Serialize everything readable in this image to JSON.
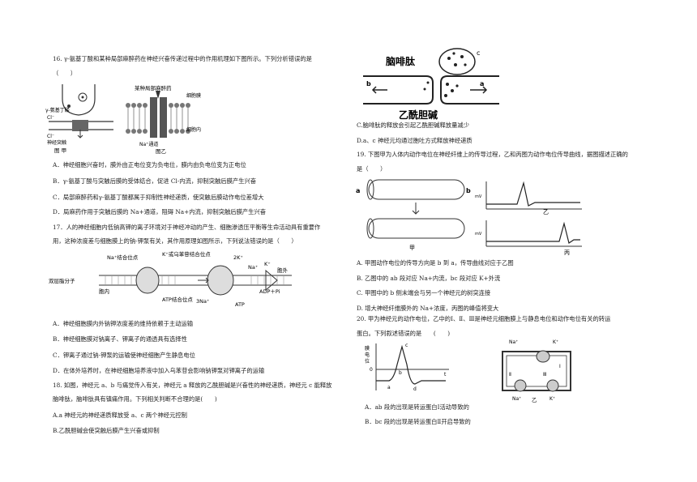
{
  "q16": {
    "stem1": "16. γ-氨基丁酸和某种局部麻醉药在神经兴奋传递过程中的作用机理如下图所示。下列分析错误的是",
    "stem2": "（　　）",
    "fig": {
      "gaba": "γ-氨基丁酸",
      "cl_in": "Cl⁻",
      "cl_out": "Cl⁻",
      "synapse": "神经突触",
      "label_a": "图 甲",
      "drug": "某种局部麻醉药",
      "membrane": "细胞膜",
      "inside": "细胞内",
      "na_channel": "Na⁺通道",
      "label_b": "图乙"
    },
    "opts": [
      "A．神经细胞兴奋时，膜外由正电位变为负电位，膜内由负电位变为正电位",
      "B．γ-氨基丁酸与突触后膜的受体结合，促进 Cl-内流，抑制突触后膜产生兴奋",
      "C．局部麻醉药和γ-氨基丁酸都属于抑制性神经递质，使突触后膜动作电位差增大",
      "D．局麻药作用于突触后膜的 Na+通道，阻碍 Na+内流，抑制突触后膜产生兴奋"
    ]
  },
  "q17": {
    "stem1": "17．人的神经细胞内低钠高钾的离子环境对于神经冲动的产生、细胞渗透压平衡等生命活动具有重要作",
    "stem2": "用，这种浓度差与细胞膜上的钠-钾泵有关，其作用原理如图所示，下列说法错误的是（　　）",
    "fig": {
      "na_site": "Na⁺结合位点",
      "k_site": "K⁺或乌苯苷结合位点",
      "k2": "2K⁺",
      "na_out": "Na⁺",
      "k_out": "K⁺",
      "outside": "胞外",
      "bilayer": "双层脂分子",
      "inside": "胞内",
      "atp_site": "ATP结合位点",
      "na3": "3Na⁺",
      "adp": "ADP＋Pi",
      "atp": "ATP"
    },
    "opts": [
      "A．神经细胞膜内外钠钾浓度差的维持依赖于主动运输",
      "B．神经细胞膜对钠离子、钾离子的通透具有选择性",
      "C．钾离子通过钠-钾泵的运输使神经细胞产生静息电位",
      "D．在体外培养时，在神经细胞培养液中加入乌苯苷会影响钠钾泵对钾离子的运输"
    ]
  },
  "q18": {
    "stem1": "18. 如图，神经元 a、b 与痛觉传入有关，神经元 a 释放的乙酰胆碱是兴奋性的神经递质，神经元 c 能释放",
    "stem2": "脑啡肽，脑啡肽具有镇痛作用。下列相关判断不合理的是(　　)",
    "fig": {
      "enk": "脑啡肽",
      "ach": "乙酰胆碱",
      "a": "a",
      "b": "b",
      "c": "c"
    },
    "opts": [
      "A.a 神经元的神经递质释放受 a、c 两个神经元控制",
      "B.乙酰胆碱会使突触后膜产生兴奋或抑制",
      "C.脑啡肽的释放会引起乙酰胆碱释放量减少",
      "D.a、c 神经元均通过胞吐方式释放神经递质"
    ]
  },
  "q19": {
    "stem1": "19. 下图甲为人体内动作电位在神经纤维上的传导过程，乙和丙图为动作电位传导曲线，据图描述正确的",
    "stem2": "是（　　）",
    "fig": {
      "a": "a",
      "b": "b",
      "label_jia": "甲",
      "label_yi": "乙",
      "label_bing": "丙",
      "mv": "mV"
    },
    "opts": [
      "A. 甲图动作电位的传导方向是 b 到 a，传导曲线对应于乙图",
      "B. 乙图中的 ab 段对应 Na+内流，bc 段对应 K+外流",
      "C. 甲图中的 b 侧末端会与另一个神经元的树突连接",
      "D. 增大神经纤维膜外的 Na+浓度，丙图的峰值将变大"
    ]
  },
  "q20": {
    "stem1": "20. 甲为神经元的动作电位，乙中的Ⅰ、Ⅱ、Ⅲ是神经元细胞膜上与静息电位和动作电位有关的转运",
    "stem2": "蛋白。下列叙述错误的是　　(　　)",
    "fig": {
      "ylabel1": "膜",
      "ylabel2": "电",
      "ylabel3": "位",
      "zero": "0",
      "a": "a",
      "b": "b",
      "c": "c",
      "d": "d",
      "t": "t",
      "na": "Na⁺",
      "k": "K⁺",
      "i": "Ⅰ",
      "ii": "Ⅱ",
      "iii": "Ⅲ",
      "label_yi": "乙"
    },
    "opts": [
      "A．ab 段的出现是转运蛋白Ⅰ活动导致的",
      "B．bc 段的出现是转运蛋白Ⅱ开启导致的"
    ]
  }
}
